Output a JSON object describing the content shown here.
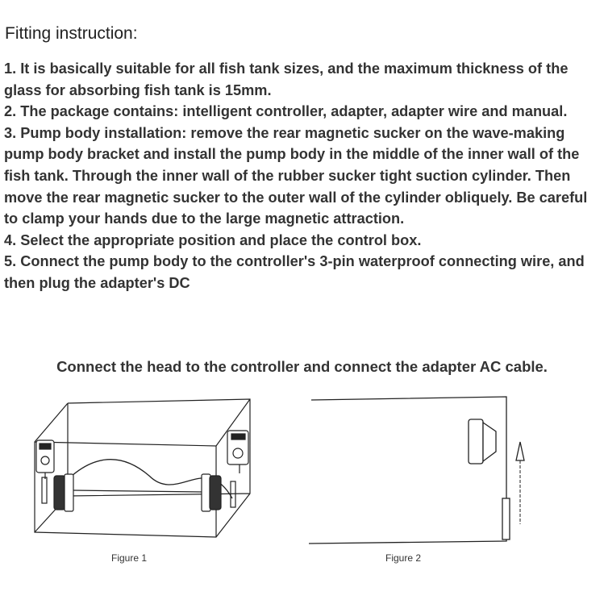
{
  "title": "Fitting instruction:",
  "instructions": [
    "1. It is basically suitable for all fish tank sizes, and the maximum thickness of the glass for absorbing fish tank is 15mm.",
    "2. The package contains: intelligent controller, adapter, adapter wire and manual.",
    "3. Pump body installation: remove the rear magnetic sucker on the wave-making pump body bracket and install the pump body in the middle of the inner wall of the fish tank. Through the inner wall of the rubber sucker tight suction cylinder. Then move the rear magnetic sucker to the outer wall of the cylinder obliquely. Be careful to clamp your hands due to the large magnetic attraction.",
    "4. Select the appropriate position and place the control box.",
    "5. Connect the pump body to the controller's 3-pin waterproof connecting wire, and then plug the adapter's DC"
  ],
  "connect_note": "Connect the head to the controller and connect the adapter AC cable.",
  "figures": [
    {
      "caption": "Figure 1"
    },
    {
      "caption": "Figure 2"
    }
  ]
}
